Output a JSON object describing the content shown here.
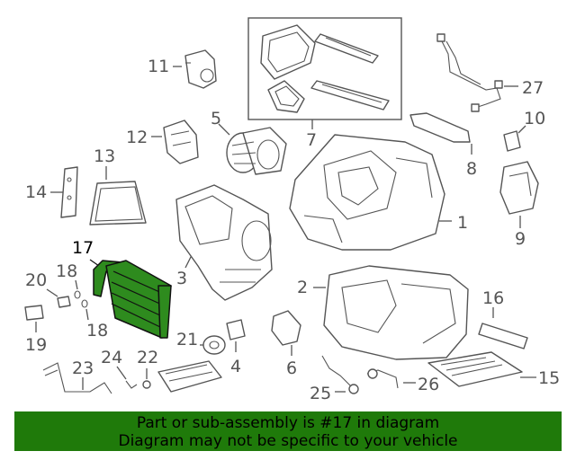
{
  "callouts": [
    {
      "id": "c1",
      "text": "1"
    },
    {
      "id": "c2",
      "text": "2"
    },
    {
      "id": "c3",
      "text": "3"
    },
    {
      "id": "c4",
      "text": "4"
    },
    {
      "id": "c5",
      "text": "5"
    },
    {
      "id": "c6",
      "text": "6"
    },
    {
      "id": "c7",
      "text": "7"
    },
    {
      "id": "c8",
      "text": "8"
    },
    {
      "id": "c9",
      "text": "9"
    },
    {
      "id": "c10",
      "text": "10"
    },
    {
      "id": "c11",
      "text": "11"
    },
    {
      "id": "c12",
      "text": "12"
    },
    {
      "id": "c13",
      "text": "13"
    },
    {
      "id": "c14",
      "text": "14"
    },
    {
      "id": "c15",
      "text": "15"
    },
    {
      "id": "c16",
      "text": "16"
    },
    {
      "id": "c17",
      "text": "17"
    },
    {
      "id": "c18a",
      "text": "18"
    },
    {
      "id": "c18b",
      "text": "18"
    },
    {
      "id": "c19",
      "text": "19"
    },
    {
      "id": "c20",
      "text": "20"
    },
    {
      "id": "c21",
      "text": "21"
    },
    {
      "id": "c22",
      "text": "22"
    },
    {
      "id": "c23",
      "text": "23"
    },
    {
      "id": "c24",
      "text": "24"
    },
    {
      "id": "c25",
      "text": "25"
    },
    {
      "id": "c26",
      "text": "26"
    },
    {
      "id": "c27",
      "text": "27"
    }
  ],
  "highlight": {
    "part_number": "17",
    "color": "#2e8b1e"
  },
  "banner": {
    "line1": "Part or sub-assembly is #17 in diagram",
    "line2": "Diagram may not be specific to your vehicle",
    "color": "#1f7a0a"
  }
}
